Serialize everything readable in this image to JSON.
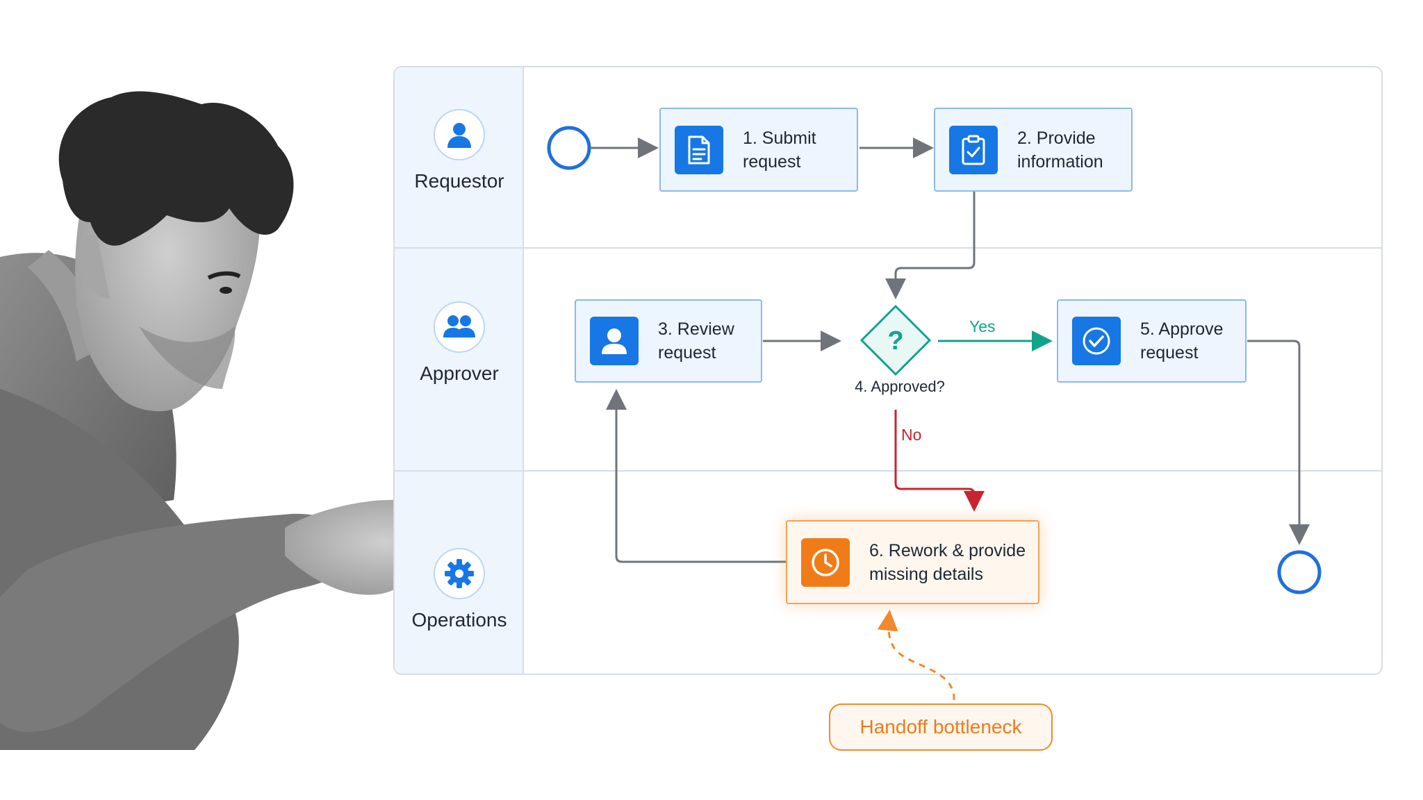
{
  "lanes": [
    {
      "name": "Requestor",
      "icon": "person-icon"
    },
    {
      "name": "Approver",
      "icon": "people-icon"
    },
    {
      "name": "Operations",
      "icon": "gear-icon"
    }
  ],
  "nodes": {
    "submit": {
      "label": "1. Submit\nrequest",
      "icon": "document-icon"
    },
    "provide": {
      "label": "2. Provide\ninformation",
      "icon": "clipboard-check-icon"
    },
    "review": {
      "label": "3. Review\nrequest",
      "icon": "user-icon"
    },
    "decision": {
      "label": "4. Approved?",
      "symbol": "?"
    },
    "approve": {
      "label": "5. Approve\nrequest",
      "icon": "check-circle-icon"
    },
    "rework": {
      "label": "6. Rework & provide\nmissing details",
      "icon": "clock-icon"
    }
  },
  "edges": {
    "yes_label": "Yes",
    "no_label": "No"
  },
  "callout": {
    "label": "Handoff bottleneck"
  },
  "colors": {
    "accent_blue": "#1677e5",
    "yes_green": "#12a38b",
    "no_red": "#c8242f",
    "bottleneck_orange": "#f07c18",
    "connector_gray": "#6f747a"
  }
}
